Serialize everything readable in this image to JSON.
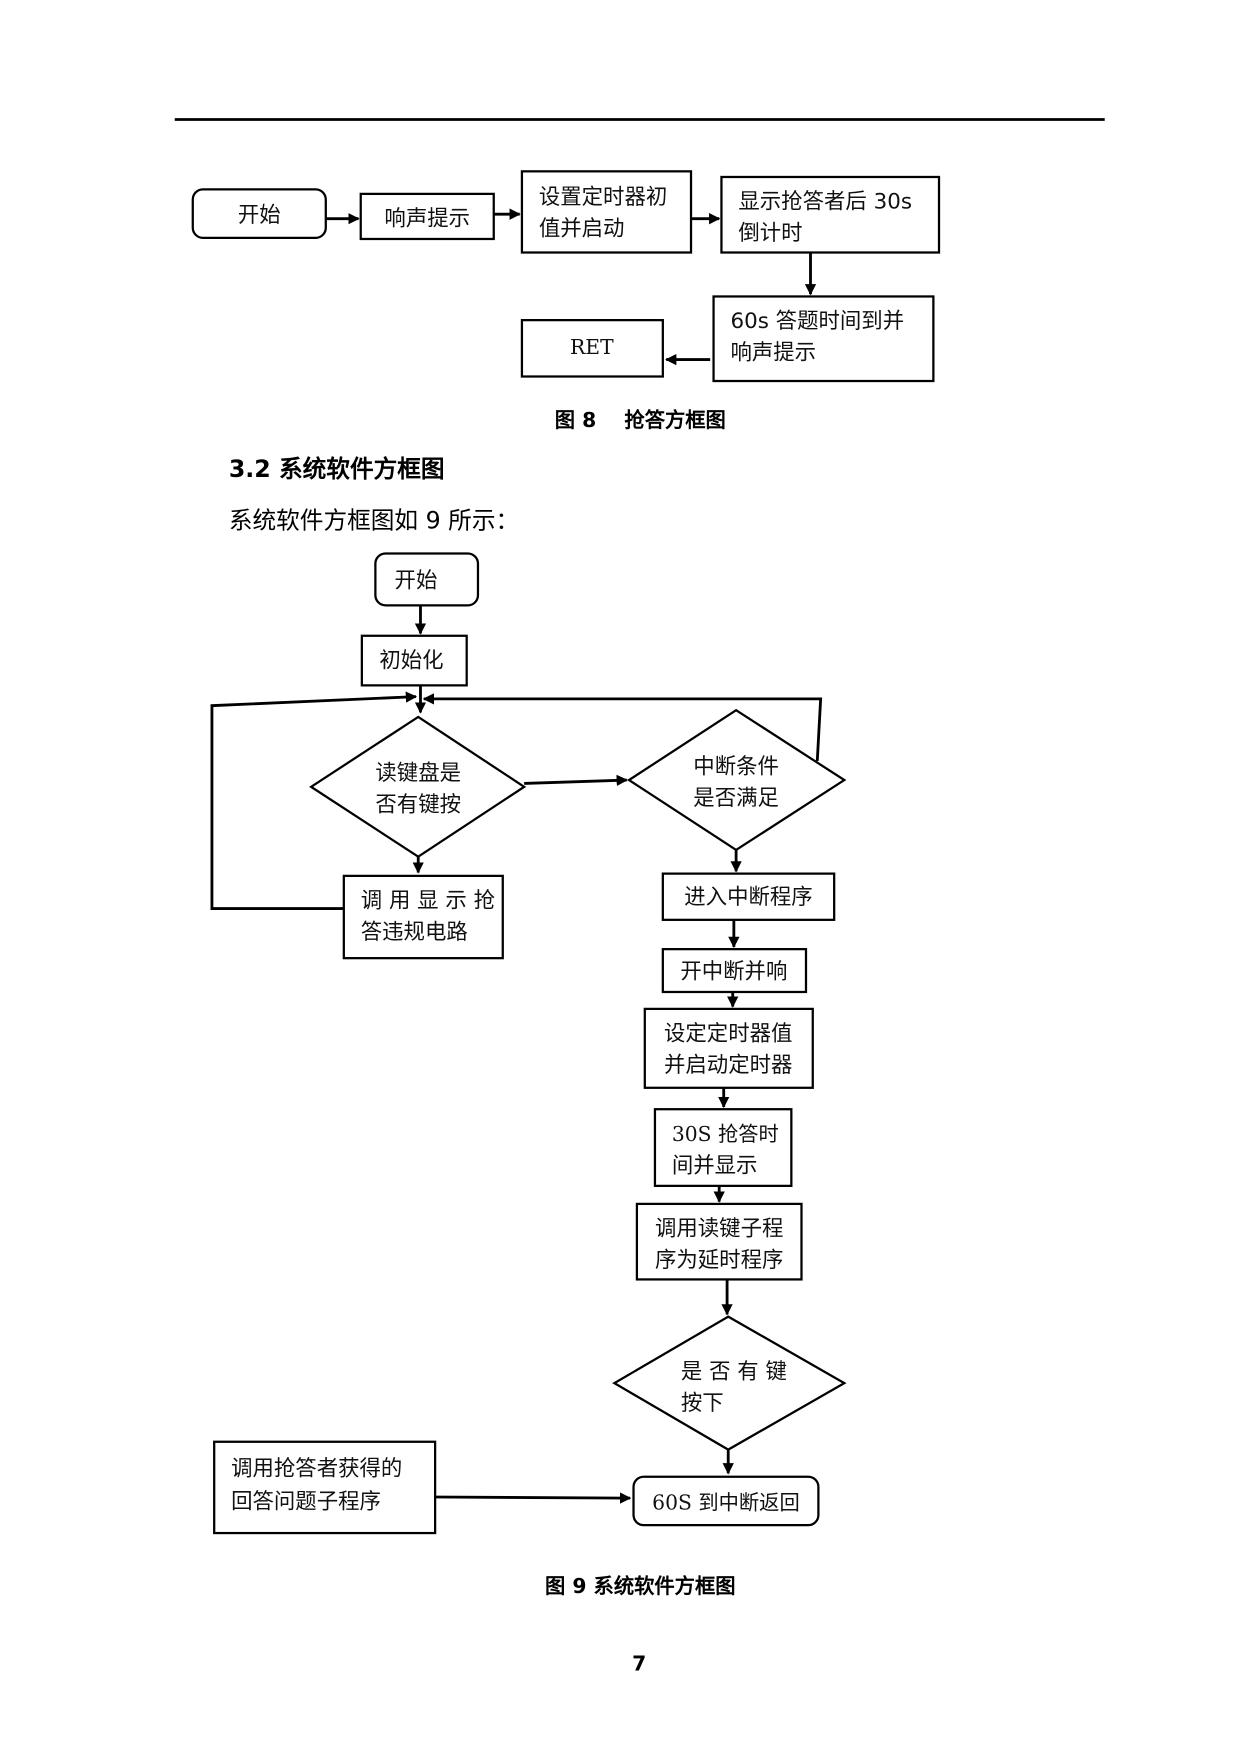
{
  "figure8": {
    "nodes": {
      "start": "开始",
      "beep": "响声提示",
      "set_timer_1": "设置定时器初",
      "set_timer_2": "值并启动",
      "show_1": "显示抢答者后 30s",
      "show_2": "倒计时",
      "answer_1": "60s 答题时间到并",
      "answer_2": "响声提示",
      "ret": "RET"
    },
    "caption": "图 8    抢答方框图"
  },
  "section": {
    "heading": "3.2 系统软件方框图",
    "intro": "系统软件方框图如 9 所示："
  },
  "figure9": {
    "nodes": {
      "start": "开始",
      "init": "初始化",
      "read_key_1": "读键盘是",
      "read_key_2": "否有键按",
      "violation_1": "调 用 显 示 抢",
      "violation_2": "答违规电路",
      "interrupt_cond_1": "中断条件",
      "interrupt_cond_2": "是否满足",
      "enter_isr": "进入中断程序",
      "enable_int": "开中断并响",
      "set_timer_1": "设定定时器值",
      "set_timer_2": "并启动定时器",
      "grab_time_1": "30S 抢答时",
      "grab_time_2": "间并显示",
      "call_read_1": "调用读键子程",
      "call_read_2": "序为延时程序",
      "key_pressed_1": "是 否 有 键",
      "key_pressed_2": "按下",
      "answer_sub_1": "调用抢答者获得的",
      "answer_sub_2": "回答问题子程序",
      "return": "60S 到中断返回"
    },
    "caption": "图 9 系统软件方框图"
  },
  "page_number": "7"
}
